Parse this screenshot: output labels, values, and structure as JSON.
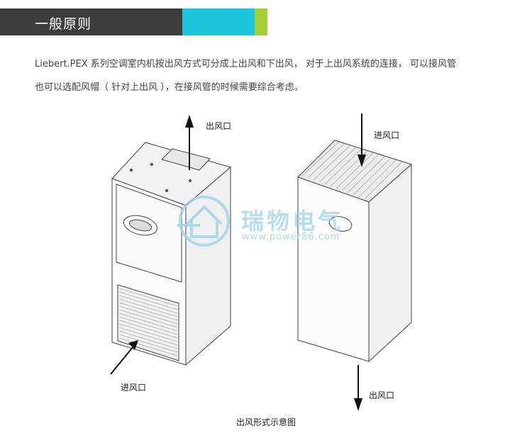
{
  "header": {
    "title": "一般原则"
  },
  "body": {
    "line1": "Liebert.PEX 系列空调室内机按出风方式可分成上出风和下出风， 对于上出风系统的连接， 可以接风管",
    "line2": "也可以选配风帽（ 针对上出风 ），在接风管的时候需要综合考虑。"
  },
  "figure": {
    "left_unit": {
      "outlet_label": "出风口",
      "inlet_label": "进风口"
    },
    "right_unit": {
      "inlet_label": "进风口",
      "outlet_label": "出风口"
    },
    "caption": "出风形式示意图"
  },
  "watermark": {
    "brand": "瑞物电气",
    "url": "www.power86.com"
  },
  "colors": {
    "header_dark": "#3d3d3d",
    "header_cyan": "#1ec4dc",
    "header_green": "#a6ce39",
    "watermark": "#9ed3ea"
  }
}
